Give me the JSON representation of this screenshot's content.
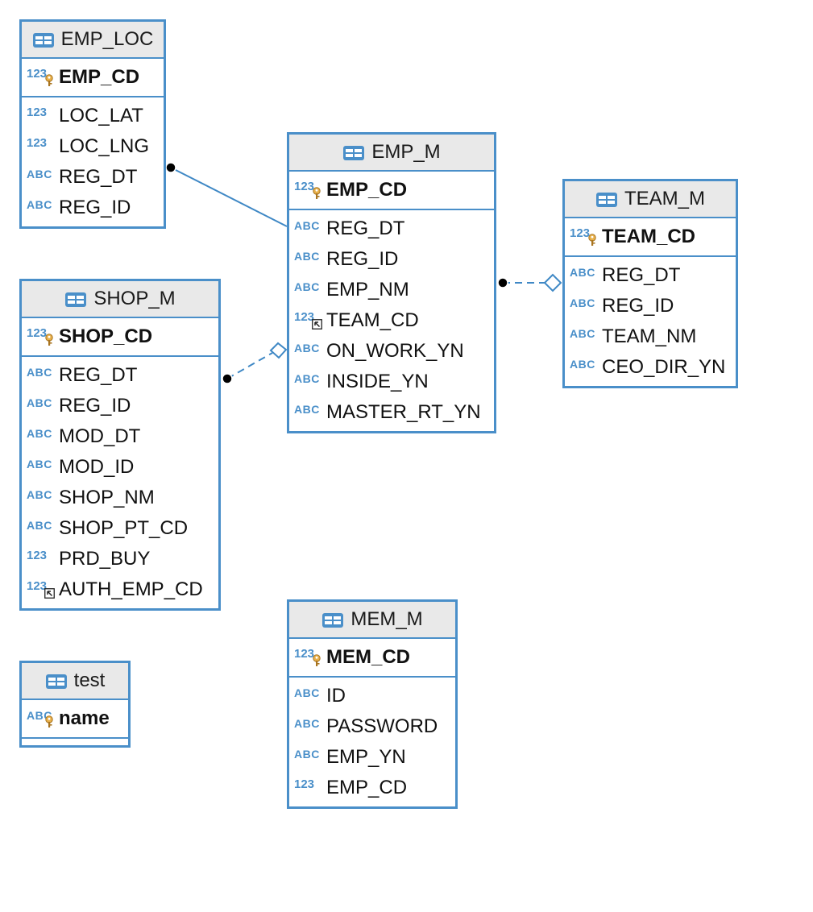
{
  "diagram": {
    "colors": {
      "border": "#4a8fc9",
      "header_bg": "#e9e9e9",
      "type_icon": "#4a8fc9",
      "key_badge": "#e8b04a",
      "link": "#3f88c5"
    },
    "entities": {
      "emp_loc": {
        "name": "EMP_LOC",
        "pk": {
          "name": "EMP_CD",
          "type": "123",
          "icon": "primary-key-badge"
        },
        "cols": [
          {
            "name": "LOC_LAT",
            "type": "123"
          },
          {
            "name": "LOC_LNG",
            "type": "123"
          },
          {
            "name": "REG_DT",
            "type": "ABC"
          },
          {
            "name": "REG_ID",
            "type": "ABC"
          }
        ]
      },
      "emp_m": {
        "name": "EMP_M",
        "pk": {
          "name": "EMP_CD",
          "type": "123",
          "icon": "primary-key-badge"
        },
        "cols": [
          {
            "name": "REG_DT",
            "type": "ABC"
          },
          {
            "name": "REG_ID",
            "type": "ABC"
          },
          {
            "name": "EMP_NM",
            "type": "ABC"
          },
          {
            "name": "TEAM_CD",
            "type": "123",
            "icon": "foreign-key-badge"
          },
          {
            "name": "ON_WORK_YN",
            "type": "ABC"
          },
          {
            "name": "INSIDE_YN",
            "type": "ABC"
          },
          {
            "name": "MASTER_RT_YN",
            "type": "ABC"
          }
        ]
      },
      "team_m": {
        "name": "TEAM_M",
        "pk": {
          "name": "TEAM_CD",
          "type": "123",
          "icon": "primary-key-badge"
        },
        "cols": [
          {
            "name": "REG_DT",
            "type": "ABC"
          },
          {
            "name": "REG_ID",
            "type": "ABC"
          },
          {
            "name": "TEAM_NM",
            "type": "ABC"
          },
          {
            "name": "CEO_DIR_YN",
            "type": "ABC"
          }
        ]
      },
      "shop_m": {
        "name": "SHOP_M",
        "pk": {
          "name": "SHOP_CD",
          "type": "123",
          "icon": "primary-key-badge"
        },
        "cols": [
          {
            "name": "REG_DT",
            "type": "ABC"
          },
          {
            "name": "REG_ID",
            "type": "ABC"
          },
          {
            "name": "MOD_DT",
            "type": "ABC"
          },
          {
            "name": "MOD_ID",
            "type": "ABC"
          },
          {
            "name": "SHOP_NM",
            "type": "ABC"
          },
          {
            "name": "SHOP_PT_CD",
            "type": "ABC"
          },
          {
            "name": "PRD_BUY",
            "type": "123"
          },
          {
            "name": "AUTH_EMP_CD",
            "type": "123",
            "icon": "foreign-key-badge"
          }
        ]
      },
      "test": {
        "name": "test",
        "pk": {
          "name": "name",
          "type": "ABC",
          "icon": "primary-key-badge"
        },
        "cols": []
      },
      "mem_m": {
        "name": "MEM_M",
        "pk": {
          "name": "MEM_CD",
          "type": "123",
          "icon": "primary-key-badge"
        },
        "cols": [
          {
            "name": "ID",
            "type": "ABC"
          },
          {
            "name": "PASSWORD",
            "type": "ABC"
          },
          {
            "name": "EMP_YN",
            "type": "ABC"
          },
          {
            "name": "EMP_CD",
            "type": "123"
          }
        ]
      }
    },
    "relationships": [
      {
        "from": "EMP_M",
        "to": "EMP_LOC",
        "style": "solid",
        "end_marker": "filled-dot"
      },
      {
        "from": "EMP_M",
        "to": "TEAM_M",
        "style": "dashed",
        "start_marker": "filled-dot",
        "end_marker": "hollow-diamond"
      },
      {
        "from": "SHOP_M",
        "to": "EMP_M",
        "style": "dashed",
        "start_marker": "filled-dot",
        "end_marker": "hollow-diamond"
      }
    ]
  }
}
